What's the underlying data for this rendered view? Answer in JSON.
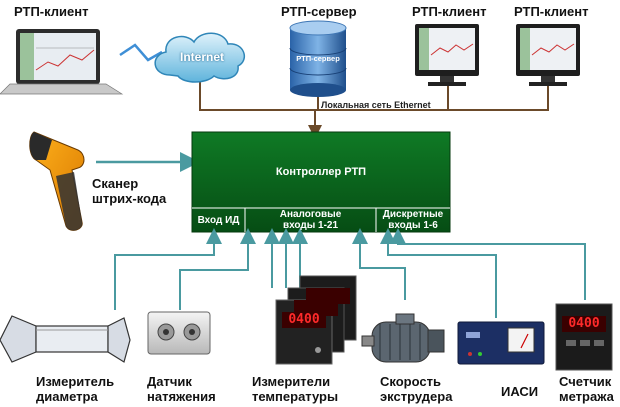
{
  "network": {
    "client_left": "РТП-клиент",
    "server": "РТП-сервер",
    "client_mid": "РТП-клиент",
    "client_right": "РТП-клиент",
    "internet": "Internet",
    "server_tag": "РТП-сервер",
    "lan": "Локальная сеть Ethernet"
  },
  "scanner": {
    "line1": "Сканер",
    "line2": "штрих-кода"
  },
  "controller": {
    "title": "Контроллер РТП",
    "input_id": "Вход ИД",
    "analog_line1": "Аналоговые",
    "analog_line2": "входы  1-21",
    "discrete_line1": "Дискретные",
    "discrete_line2": "входы  1-6"
  },
  "devices": {
    "diameter_line1": "Измеритель",
    "diameter_line2": "диаметра",
    "tension_line1": "Датчик",
    "tension_line2": "натяжения",
    "temp_line1": "Измерители",
    "temp_line2": "температуры",
    "speed_line1": "Скорость",
    "speed_line2": "экструдера",
    "iasi": "ИАСИ",
    "length_line1": "Счетчик",
    "length_line2": "метража",
    "meter_display": "0400"
  },
  "colors": {
    "controller_green": "#0a6e1e",
    "teal_line": "#4a9aa0",
    "brown_line": "#6b4a2a",
    "wireless_blue": "#3f8fd6"
  }
}
